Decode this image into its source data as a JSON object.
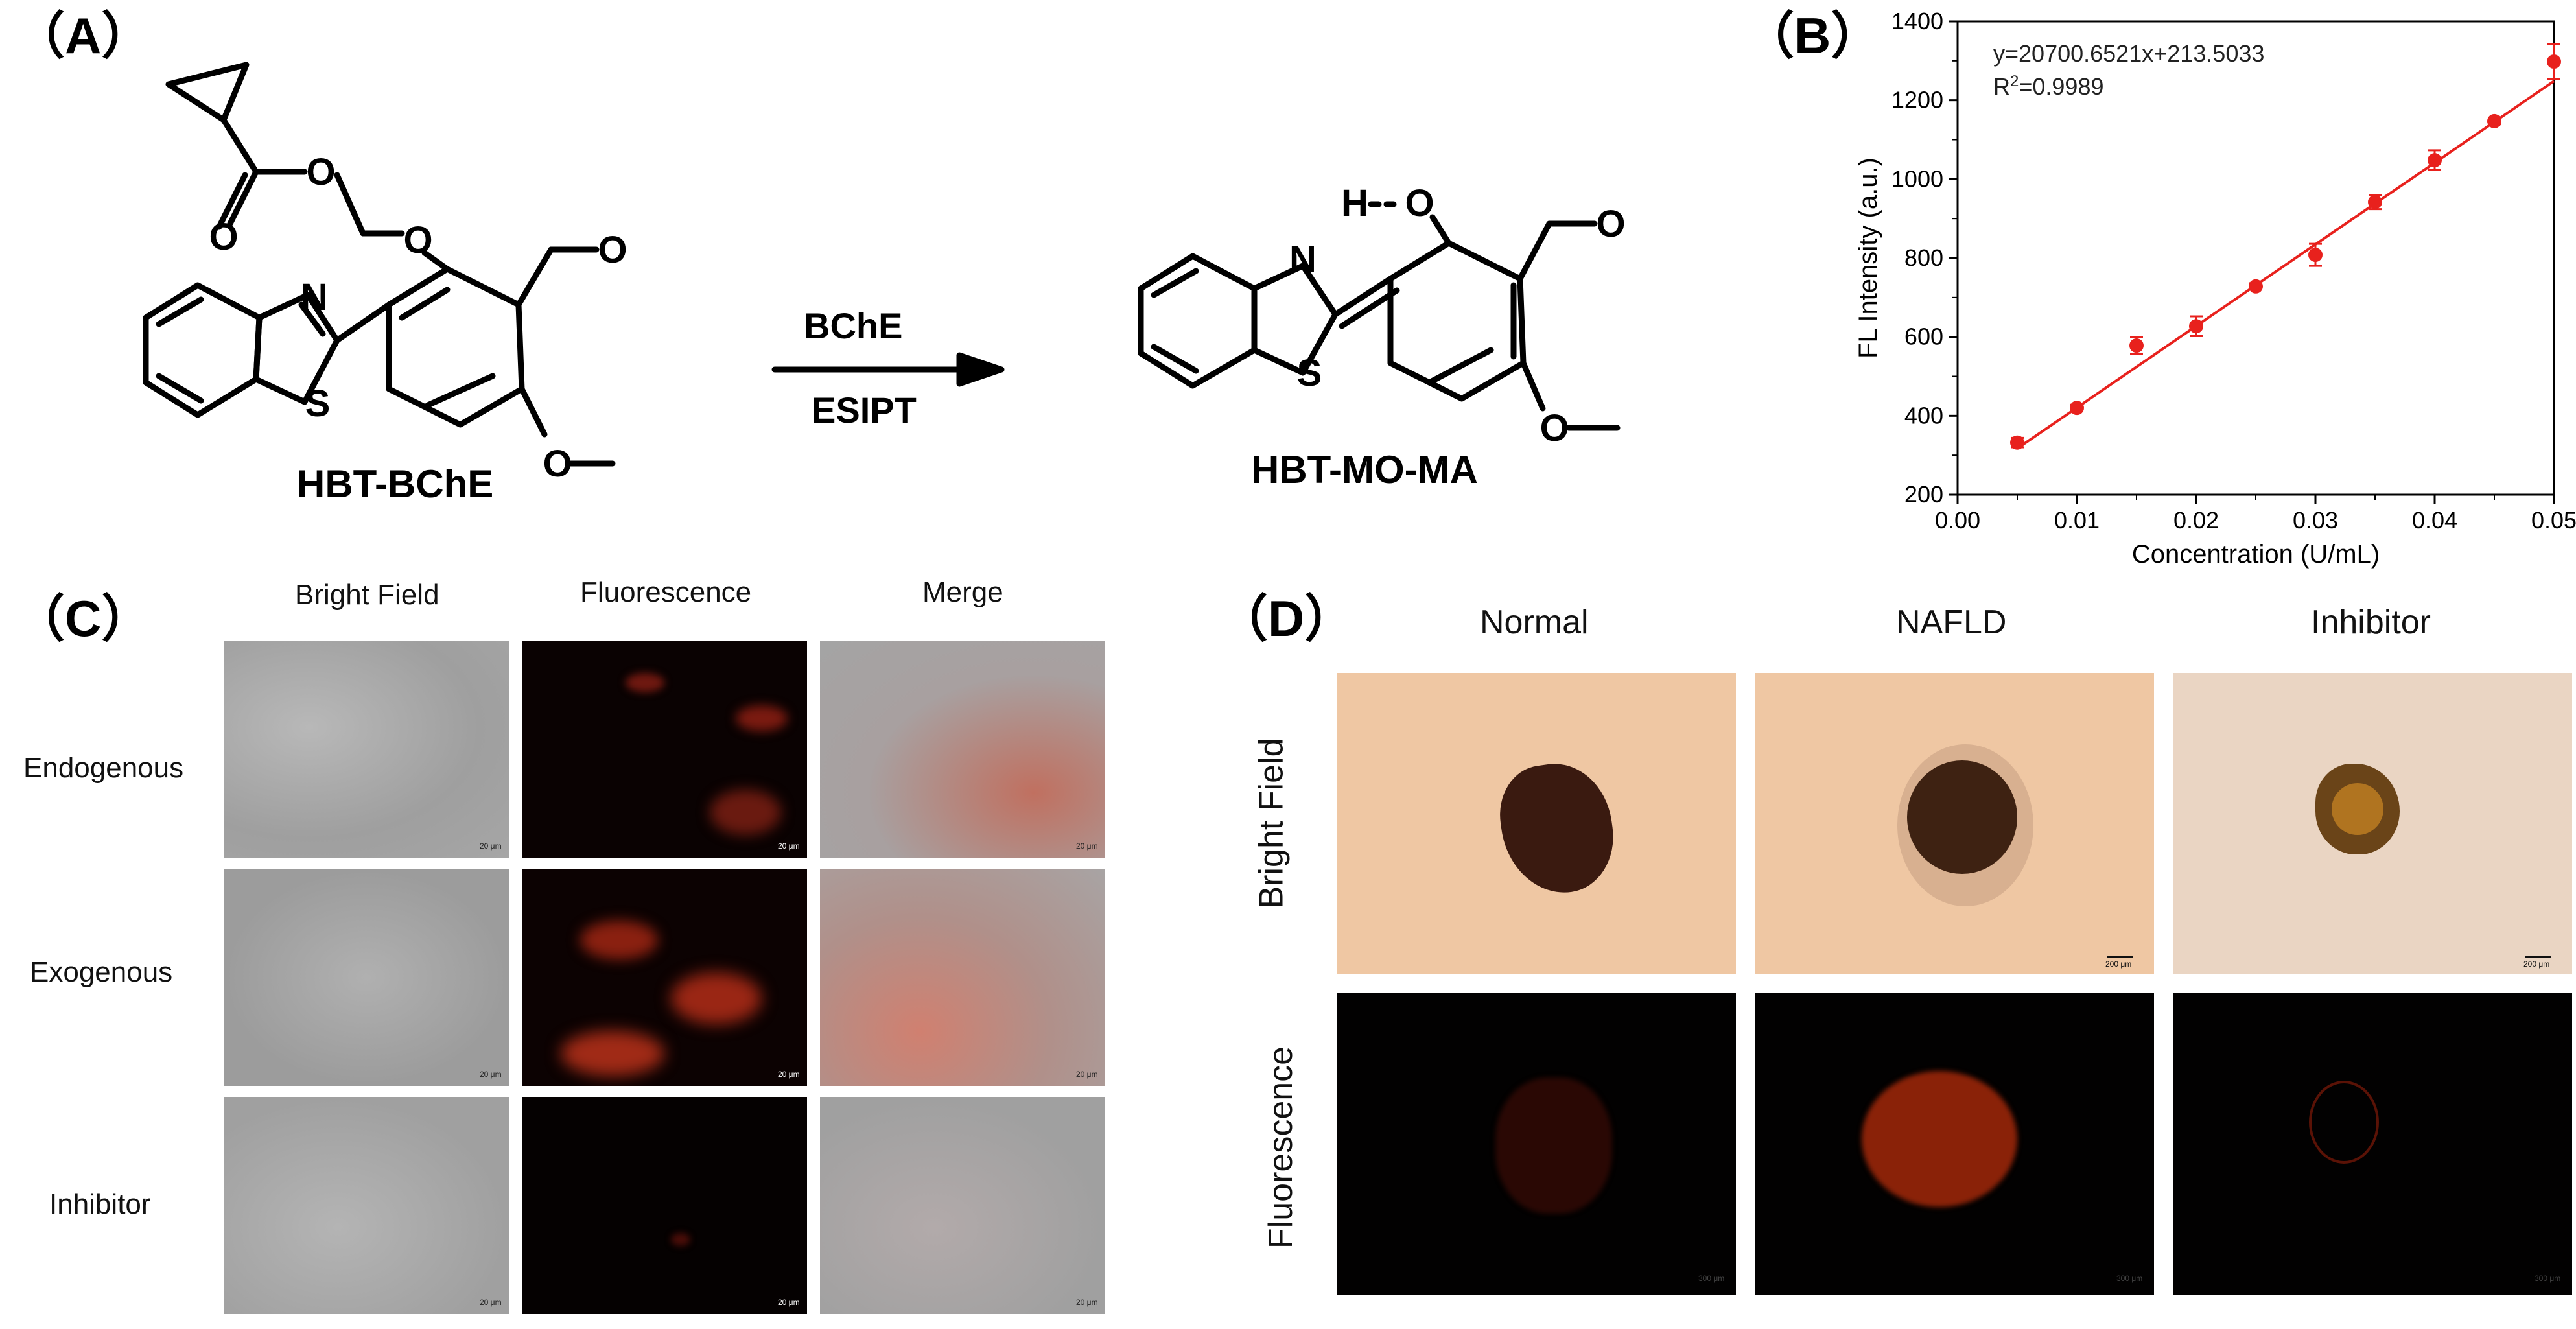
{
  "panel_a": {
    "label": "（A）",
    "reactant_name": "HBT-BChE",
    "product_name": "HBT-MO-MA",
    "arrow_top": "BChE",
    "arrow_bottom": "ESIPT",
    "atoms": {
      "O": "O",
      "N": "N",
      "S": "S",
      "H": "H"
    }
  },
  "panel_b": {
    "label": "（B）",
    "equation": "y=20700.6521x+213.5033",
    "r2_prefix": "R",
    "r2_sup": "2",
    "r2_value": "=0.9989"
  },
  "chart_data": {
    "type": "scatter",
    "title": "",
    "xlabel": "Concentration (U/mL)",
    "ylabel": "FL Intensity (a.u.)",
    "xlim": [
      0.0,
      0.05
    ],
    "ylim": [
      200,
      1400
    ],
    "xticks": [
      "0.00",
      "0.01",
      "0.02",
      "0.03",
      "0.04",
      "0.05"
    ],
    "yticks": [
      "200",
      "400",
      "600",
      "800",
      "1000",
      "1200",
      "1400"
    ],
    "x": [
      0.005,
      0.01,
      0.015,
      0.02,
      0.025,
      0.03,
      0.035,
      0.04,
      0.045,
      0.05
    ],
    "y": [
      332,
      420,
      578,
      627,
      728,
      808,
      942,
      1048,
      1147,
      1298
    ],
    "yerr": [
      12,
      8,
      22,
      25,
      8,
      28,
      18,
      25,
      8,
      45
    ],
    "fit": {
      "slope": 20700.6521,
      "intercept": 213.5033
    },
    "marker_color": "#e8211d",
    "line_color": "#e8211d",
    "grid": false
  },
  "panel_c": {
    "label": "（C）",
    "columns": [
      "Bright Field",
      "Fluorescence",
      "Merge"
    ],
    "rows": [
      "Endogenous",
      "Exogenous",
      "Inhibitor"
    ],
    "scale_text": "20 μm"
  },
  "panel_d": {
    "label": "（D）",
    "columns": [
      "Normal",
      "NAFLD",
      "Inhibitor"
    ],
    "rows": [
      "Bright Field",
      "Fluorescence"
    ],
    "scale_text": "200 μm",
    "scale_text_fl": "300 μm"
  }
}
